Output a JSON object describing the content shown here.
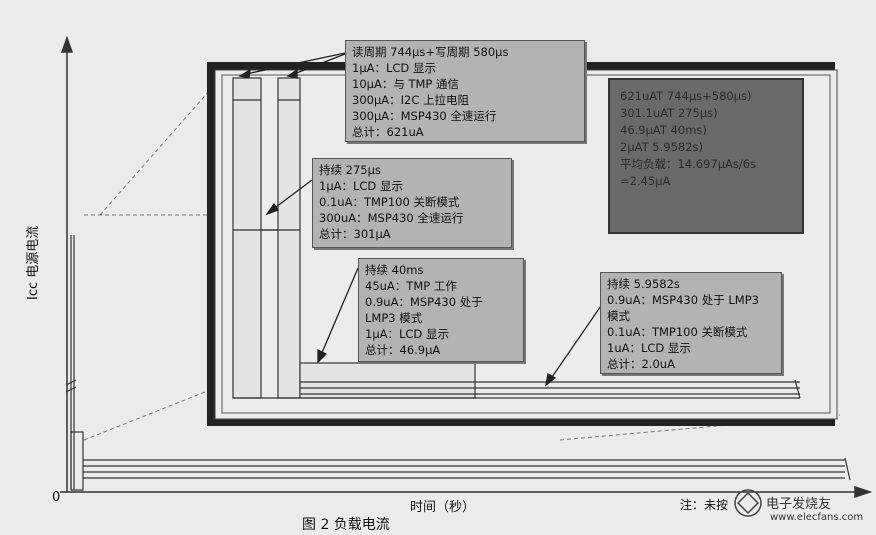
{
  "figure": {
    "caption": "图 2   负载电流",
    "y_axis_label": "Icc 电源电流",
    "x_axis_label": "时间（秒）",
    "origin_label": "0",
    "note": "注：未按",
    "watermark": "电子发烧友",
    "watermark_url": "www.elecfans.com"
  },
  "callouts": {
    "read_write": {
      "lines": [
        "读周期 744μs+写周期 580μs",
        "1μA：LCD 显示",
        "10μA：与 TMP 通信",
        "300μA：I2C 上拉电阻",
        "300μA：MSP430 全速运行",
        "总计：621uA"
      ]
    },
    "dur275": {
      "lines": [
        "持续 275μs",
        "1μA：LCD 显示",
        "0.1uA：TMP100 关断模式",
        "300uA：MSP430 全速运行",
        "总计：301μA"
      ]
    },
    "dur40": {
      "lines": [
        "持续 40ms",
        "45uA：TMP 工作",
        "0.9uA：MSP430 处于",
        "LMP3 模式",
        "1μA：LCD 显示",
        "总计：46.9μA"
      ]
    },
    "dur5958": {
      "lines": [
        "持续 5.9582s",
        "0.9uA：MSP430 处于 LMP3",
        "模式",
        "0.1uA：TMP100 关断模式",
        "1uA：LCD 显示",
        "总计：2.0uA"
      ]
    },
    "summary": {
      "lines": [
        "621uAT 744μs+580μs)",
        "301.1uAT 275μs)",
        "46.9μAT 40ms)",
        "2μAT 5.9582s)",
        "平均负载：14.697μAs/6s",
        "=2.45μA"
      ]
    }
  }
}
